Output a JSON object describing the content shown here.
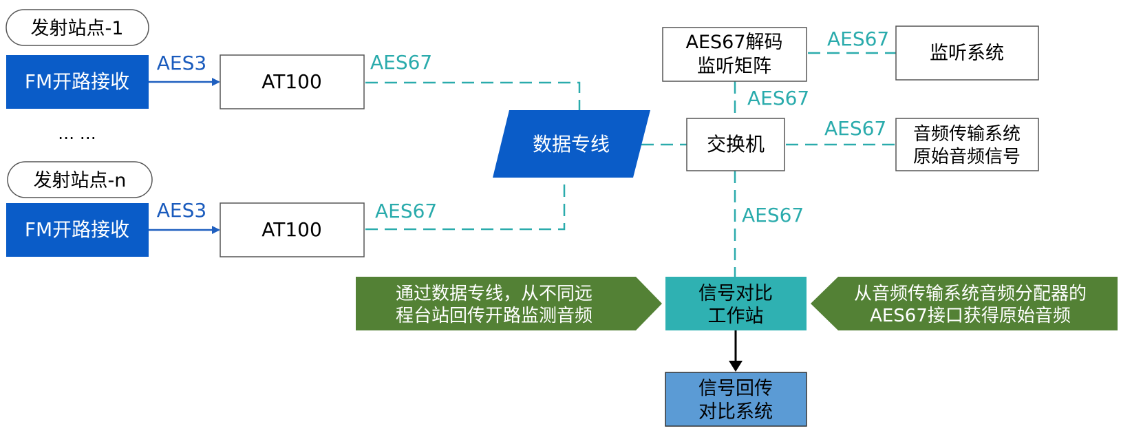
{
  "colors": {
    "blue_fill": "#0a5cc8",
    "light_blue_fill": "#5b9bd5",
    "teal_fill": "#2fb1b2",
    "green_fill": "#538135",
    "teal_line": "#2aabac",
    "blue_line": "#1f5fbf",
    "black": "#000000"
  },
  "stations": {
    "station1": "发射站点-1",
    "stationN": "发射站点-n",
    "ellipsis": "… …"
  },
  "fm_receive": {
    "label1": "FM开路接收",
    "label2": "FM开路接收"
  },
  "at100": {
    "label1": "AT100",
    "label2": "AT100"
  },
  "links": {
    "aes3_1": "AES3",
    "aes3_2": "AES3",
    "aes67_at100_1": "AES67",
    "aes67_at100_2": "AES67",
    "aes67_to_monitor": "AES67",
    "aes67_matrix_switch": "AES67",
    "aes67_switch_audio": "AES67",
    "aes67_switch_station": "AES67"
  },
  "dedicated_line": "数据专线",
  "switch": "交换机",
  "decode_matrix": {
    "line1": "AES67解码",
    "line2": "监听矩阵"
  },
  "monitor_system": "监听系统",
  "audio_transmission": {
    "line1": "音频传输系统",
    "line2": "原始音频信号"
  },
  "compare_station": {
    "line1": "信号对比",
    "line2": "工作站"
  },
  "return_system": {
    "line1": "信号回传",
    "line2": "对比系统"
  },
  "left_note": {
    "line1": "通过数据专线，从不同远",
    "line2": "程台站回传开路监测音频"
  },
  "right_note": {
    "line1": "从音频传输系统音频分配器的",
    "line2": "AES67接口获得原始音频"
  }
}
